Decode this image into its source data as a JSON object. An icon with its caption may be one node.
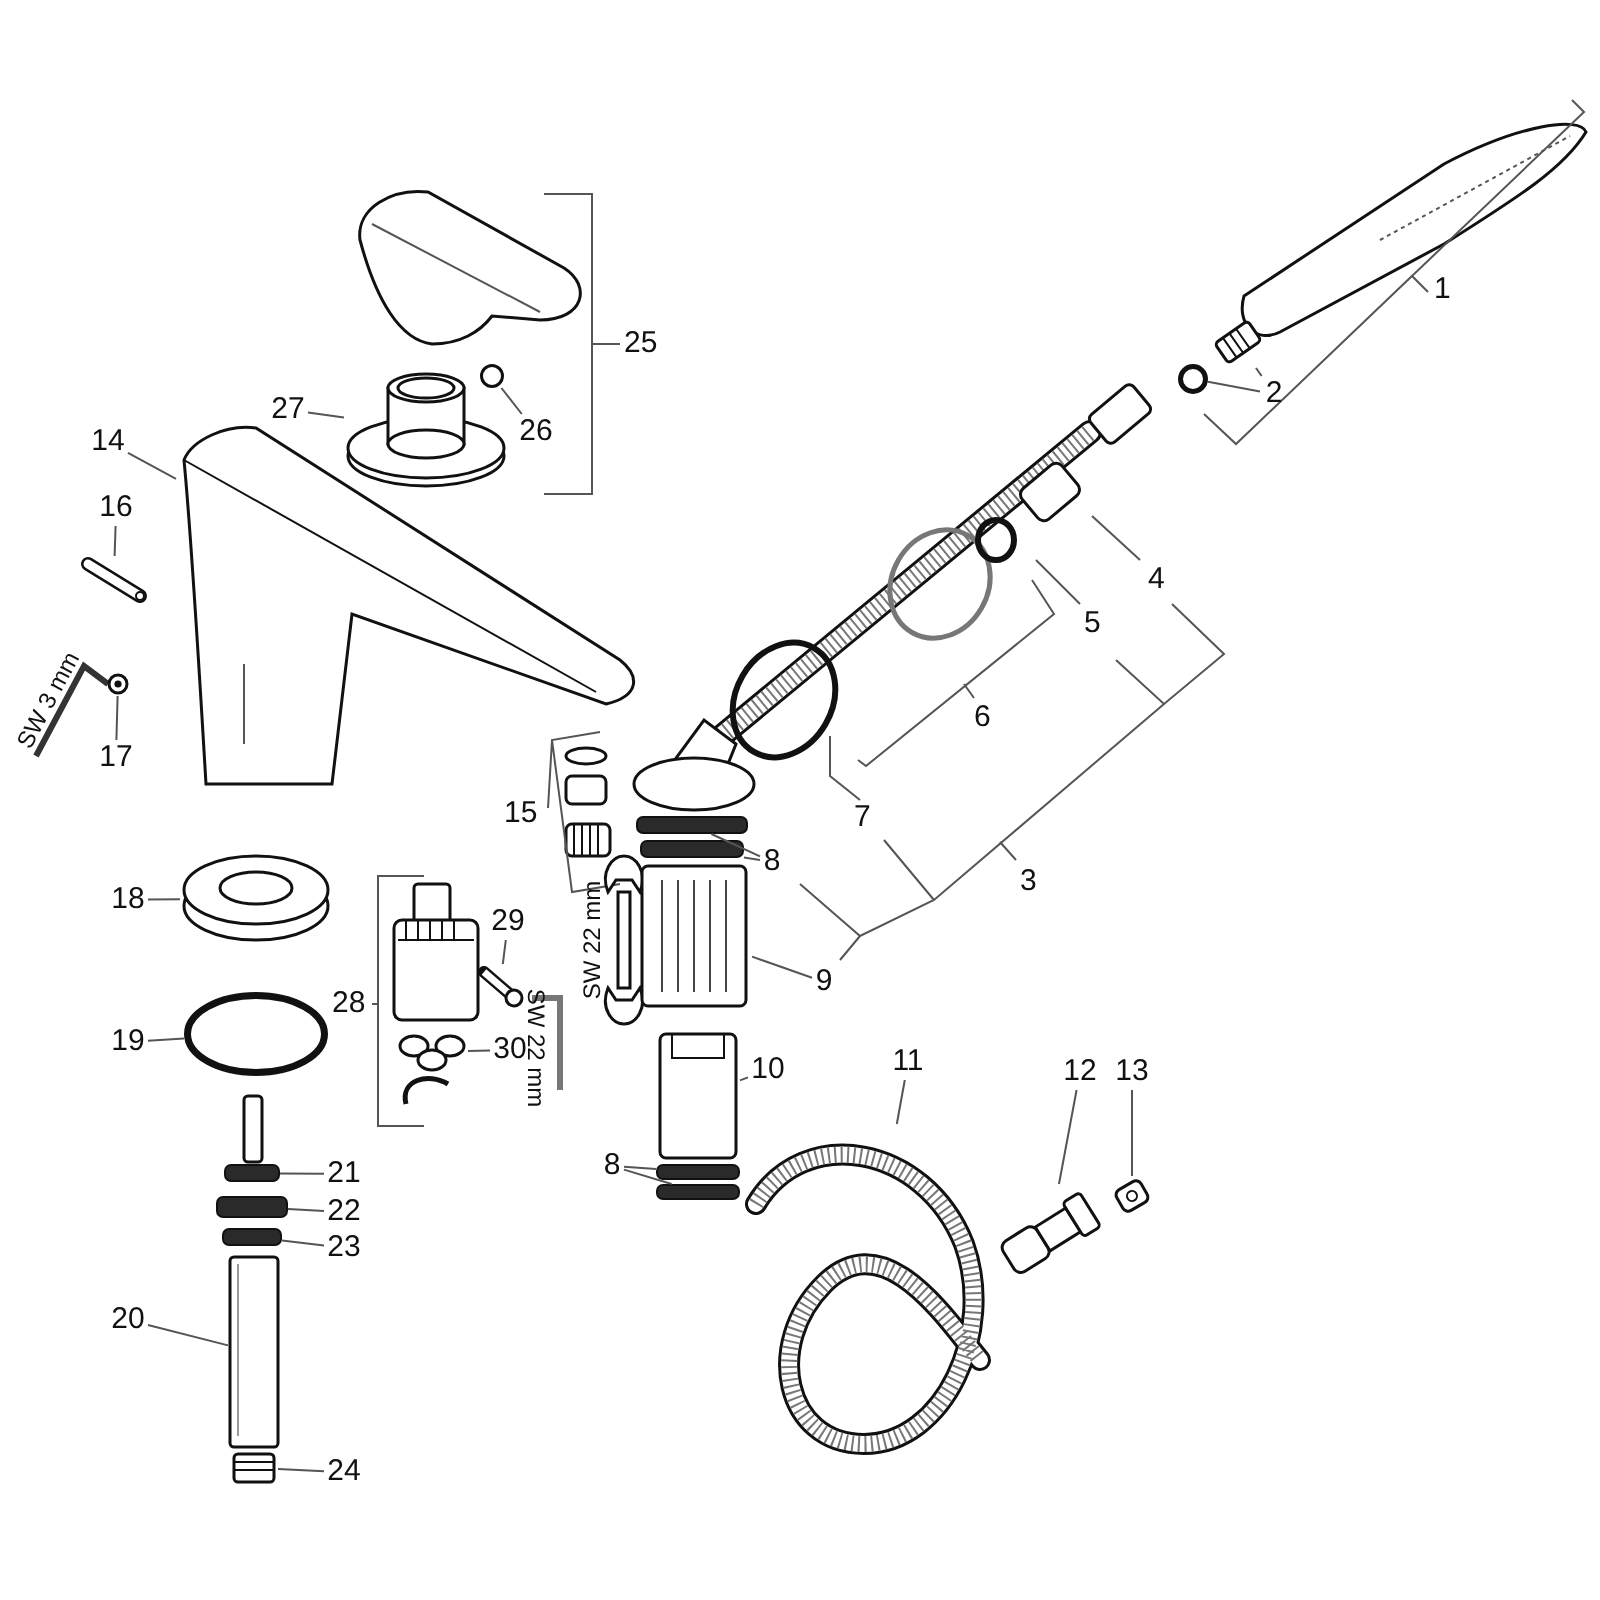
{
  "diagram": {
    "nodes": [
      {
        "text": [
          "2"
        ]
      },
      {
        "text": [],
        "shape": "circle"
      },
      {
        "text": [],
        "shape": "picture"
      },
      {
        "text": [
          "27"
        ]
      },
      {
        "text": [],
        "shape": "picture"
      },
      {
        "text": [
          "26"
        ]
      },
      {
        "text": [],
        "shape": "circle"
      },
      {
        "text": [
          "14"
        ]
      },
      {
        "text": [],
        "shape": "picture"
      },
      {
        "text": [
          "16"
        ]
      },
      {
        "text": [],
        "shape": "picture"
      },
      {
        "text": [
          "17"
        ]
      },
      {
        "text": [],
        "shape": "picture"
      },
      {
        "text": [
          "8"
        ]
      },
      {
        "text": [],
        "shape": "bar"
      },
      {
        "text": [],
        "shape": "bar"
      },
      {
        "text": [
          "18"
        ]
      },
      {
        "text": [],
        "shape": "picture"
      },
      {
        "text": [
          "29"
        ]
      },
      {
        "text": [],
        "shape": "picture"
      },
      {
        "text": [
          "9"
        ]
      },
      {
        "text": [],
        "shape": "picture"
      },
      {
        "text": [
          "19"
        ]
      },
      {
        "text": [],
        "shape": "circle"
      },
      {
        "text": [
          "30"
        ]
      },
      {
        "text": [],
        "shape": "picture"
      },
      {
        "text": [
          "10"
        ]
      },
      {
        "text": [],
        "shape": "picture"
      },
      {
        "text": [
          "11"
        ]
      },
      {
        "text": [],
        "shape": "picture"
      },
      {
        "text": [
          "12"
        ]
      },
      {
        "text": [],
        "shape": "picture"
      },
      {
        "text": [
          "13"
        ]
      },
      {
        "text": [],
        "shape": "picture"
      },
      {
        "text": [
          "8"
        ]
      },
      {
        "text": [],
        "shape": "bar"
      },
      {
        "text": [],
        "shape": "bar"
      },
      {
        "text": [
          "21"
        ]
      },
      {
        "text": [],
        "shape": "bar"
      },
      {
        "text": [
          "22"
        ]
      },
      {
        "text": [],
        "shape": "bar"
      },
      {
        "text": [
          "23"
        ]
      },
      {
        "text": [],
        "shape": "bar"
      },
      {
        "text": [
          "20"
        ]
      },
      {
        "text": [],
        "shape": "picture"
      },
      {
        "text": [
          "24"
        ]
      },
      {
        "text": [],
        "shape": "picture"
      }
    ],
    "edges": [
      {
        "from": 0,
        "to": 1,
        "arrow": "none"
      },
      {
        "from": 0,
        "to": 2,
        "arrow": "none"
      },
      {
        "from": 3,
        "to": 4,
        "arrow": "none"
      },
      {
        "from": 5,
        "to": 6,
        "arrow": "none"
      },
      {
        "from": 7,
        "to": 8,
        "arrow": "none"
      },
      {
        "from": 9,
        "to": 10,
        "arrow": "none"
      },
      {
        "from": 11,
        "to": 12,
        "arrow": "none"
      },
      {
        "from": 13,
        "to": 14,
        "arrow": "none"
      },
      {
        "from": 13,
        "to": 15,
        "arrow": "none"
      },
      {
        "from": 16,
        "to": 17,
        "arrow": "none"
      },
      {
        "from": 18,
        "to": 19,
        "arrow": "none"
      },
      {
        "from": 20,
        "to": 21,
        "arrow": "none"
      },
      {
        "from": 22,
        "to": 23,
        "arrow": "none"
      },
      {
        "from": 24,
        "to": 25,
        "arrow": "none"
      },
      {
        "from": 26,
        "to": 27,
        "arrow": "none"
      },
      {
        "from": 28,
        "to": 29,
        "arrow": "none"
      },
      {
        "from": 30,
        "to": 31,
        "arrow": "none"
      },
      {
        "from": 32,
        "to": 33,
        "arrow": "none"
      },
      {
        "from": 34,
        "to": 35,
        "arrow": "none"
      },
      {
        "from": 34,
        "to": 36,
        "arrow": "none"
      },
      {
        "from": 37,
        "to": 38,
        "arrow": "none"
      },
      {
        "from": 39,
        "to": 40,
        "arrow": "none"
      },
      {
        "from": 41,
        "to": 42,
        "arrow": "none"
      },
      {
        "from": 43,
        "to": 44,
        "arrow": "none"
      },
      {
        "from": 45,
        "to": 46,
        "arrow": "none"
      }
    ],
    "labels": [
      "25",
      "1",
      "4",
      "5",
      "6",
      "SW 3 mm",
      "7",
      "15",
      "3",
      "SW 22 mm",
      "28",
      "SW 22 mm"
    ]
  }
}
